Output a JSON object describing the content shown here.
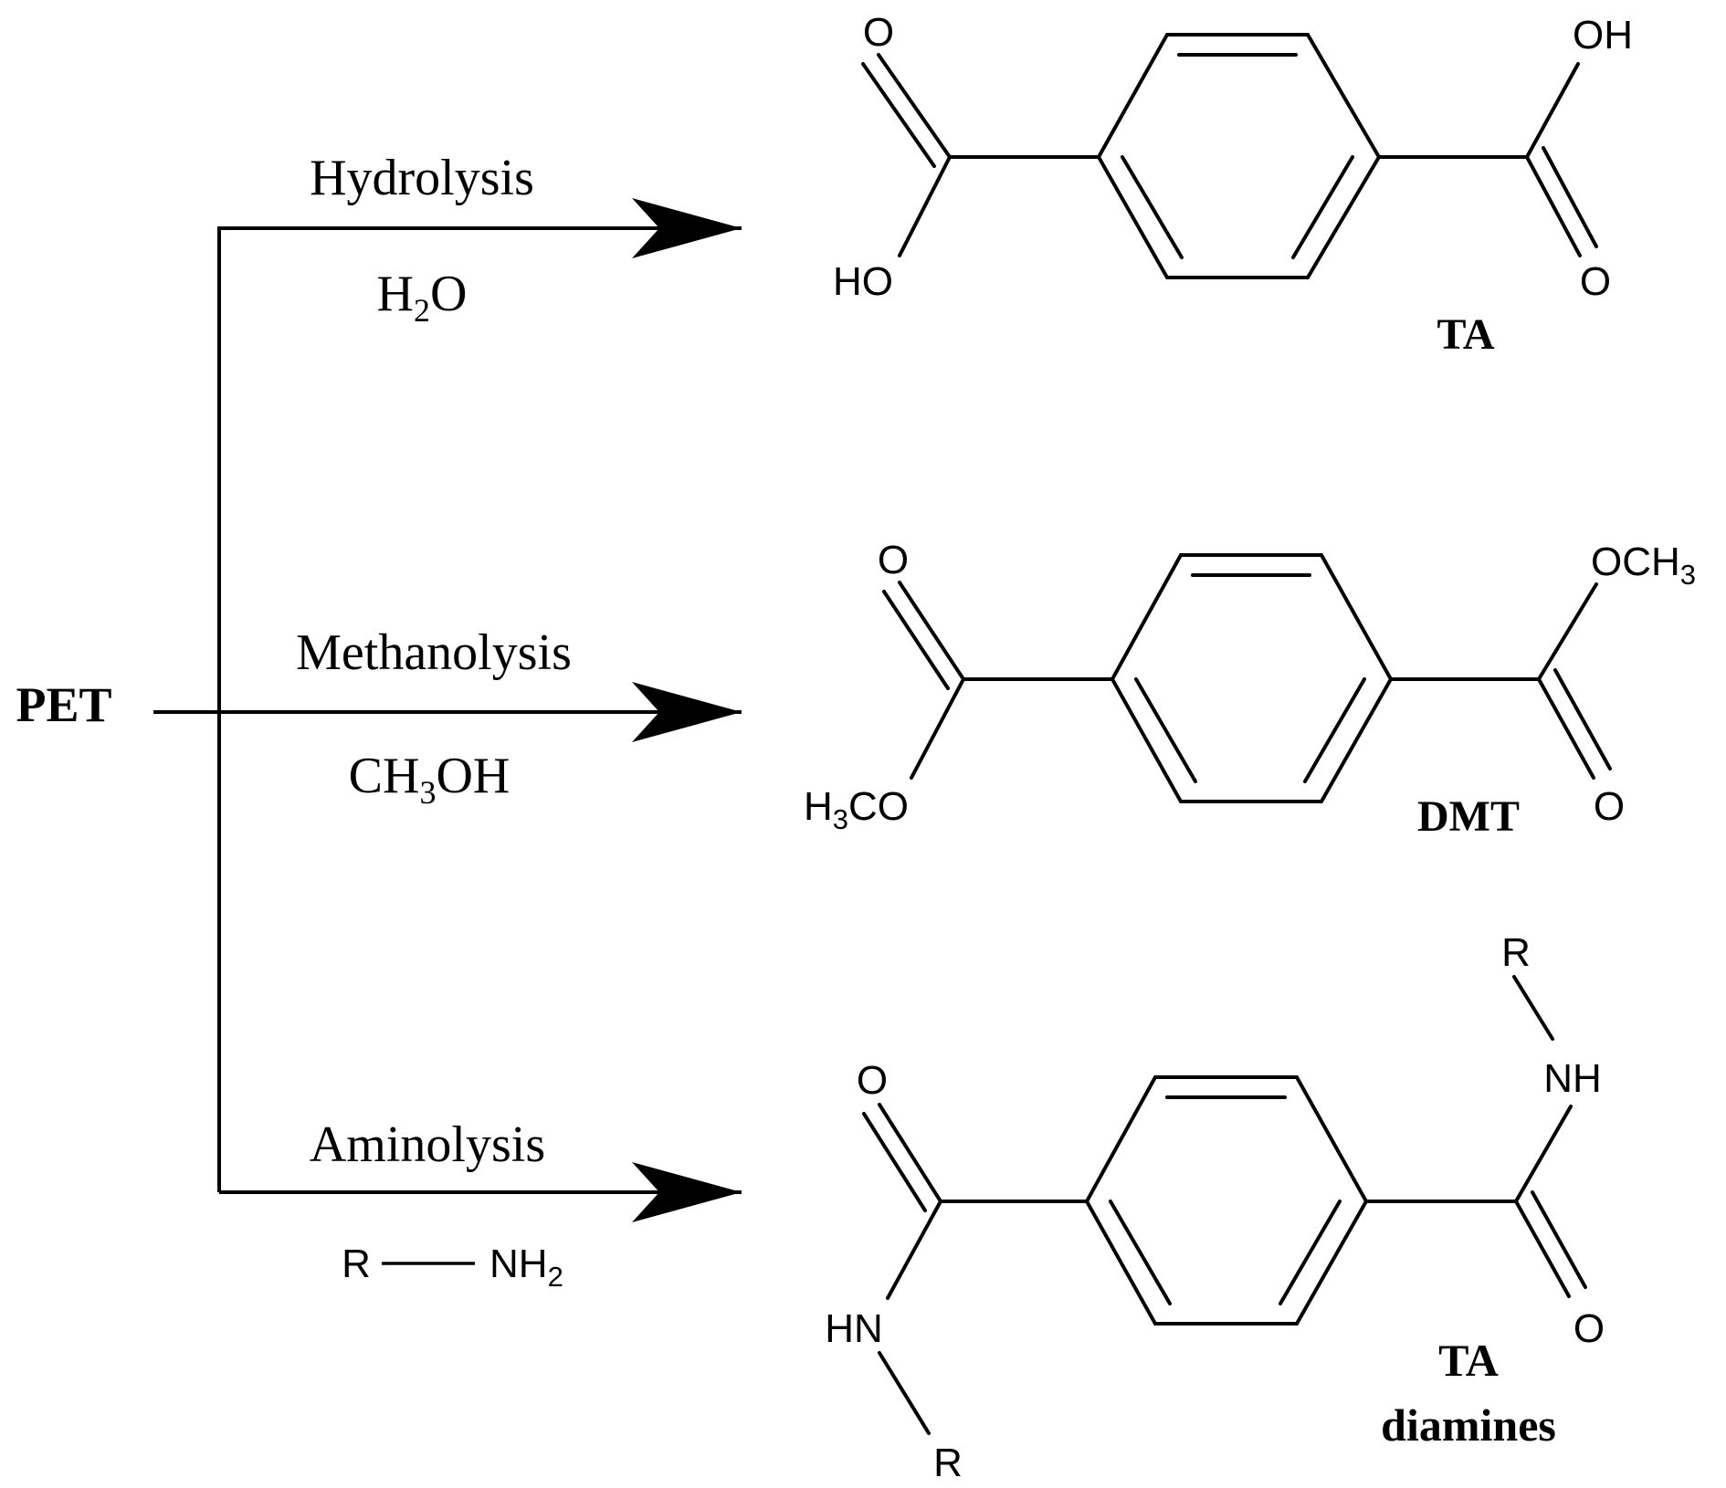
{
  "reactant": {
    "label": "PET"
  },
  "routes": [
    {
      "process": "Hydrolysis",
      "reagent": {
        "main": "H",
        "sub": "2",
        "rest": "O"
      },
      "product": {
        "name": "TA",
        "atoms": {
          "left_carbonyl_o": "O",
          "left_sub": "HO",
          "right_carbonyl_o": "O",
          "right_sub": "OH"
        }
      }
    },
    {
      "process": "Methanolysis",
      "reagent": {
        "main": "CH",
        "sub": "3",
        "rest": "OH"
      },
      "product": {
        "name": "DMT",
        "atoms": {
          "left_carbonyl_o": "O",
          "left_sub_main": "H",
          "left_sub_sub": "3",
          "left_sub_rest": "CO",
          "right_carbonyl_o": "O",
          "right_sub_main": "OCH",
          "right_sub_sub": "3"
        }
      }
    },
    {
      "process": "Aminolysis",
      "reagent": {
        "left": "R",
        "right_main": "NH",
        "right_sub": "2"
      },
      "product": {
        "name_line1": "TA",
        "name_line2": "diamines",
        "atoms": {
          "left_carbonyl_o": "O",
          "left_n": "HN",
          "left_r": "R",
          "right_carbonyl_o": "O",
          "right_n": "NH",
          "right_r": "R"
        }
      }
    }
  ],
  "colors": {
    "ink": "#000000",
    "background": "#ffffff"
  }
}
